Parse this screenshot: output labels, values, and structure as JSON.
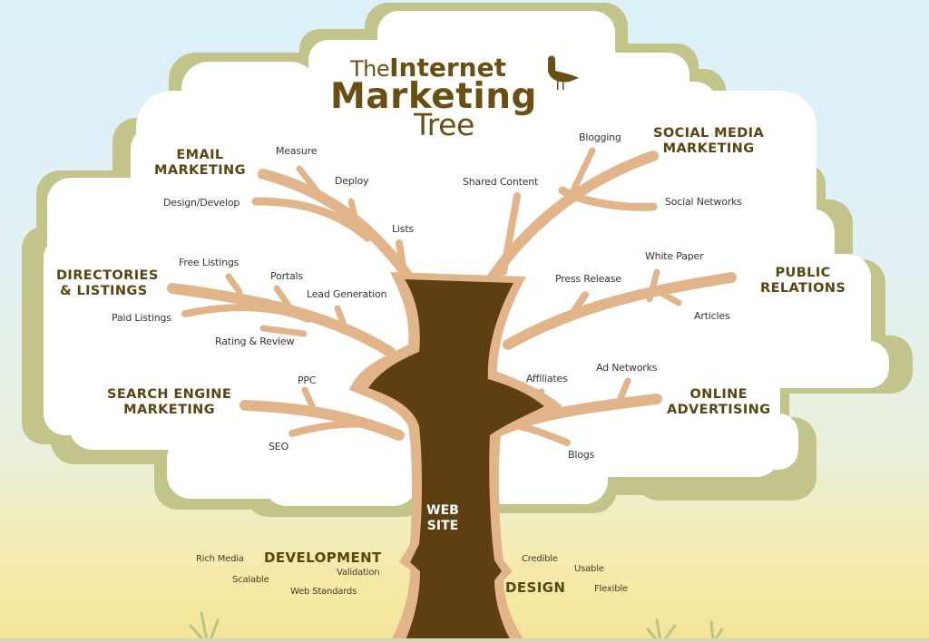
{
  "title": {
    "line1_light": "The",
    "line1_bold": "Internet",
    "line2": "Marketing",
    "line3": "Tree",
    "logo_icon": "bird-icon"
  },
  "trunk": {
    "line1": "WEB",
    "line2": "SITE"
  },
  "colors": {
    "title_brown": "#6b4f12",
    "category_brown": "#5a4512",
    "trunk_brown": "#5e3f12",
    "branch_tan": "#e2b48a",
    "cloud_outline_olive": "#c3c48a",
    "cloud_fill": "#ffffff",
    "sky_blue": "#dcf0fa",
    "ground_yellow": "#f3e497",
    "label_gray": "#3c3434"
  },
  "branches": [
    {
      "category": [
        "EMAIL",
        "MARKETING"
      ],
      "items": [
        "Measure",
        "Deploy",
        "Design/Develop",
        "Lists"
      ]
    },
    {
      "category": [
        "SOCIAL MEDIA",
        "MARKETING"
      ],
      "items": [
        "Blogging",
        "Shared Content",
        "Social Networks"
      ]
    },
    {
      "category": [
        "DIRECTORIES",
        "& LISTINGS"
      ],
      "items": [
        "Free Listings",
        "Portals",
        "Lead Generation",
        "Paid Listings",
        "Rating & Review"
      ]
    },
    {
      "category": [
        "PUBLIC",
        "RELATIONS"
      ],
      "items": [
        "White Paper",
        "Press Release",
        "Articles"
      ]
    },
    {
      "category": [
        "SEARCH ENGINE",
        "MARKETING"
      ],
      "items": [
        "PPC",
        "SEO"
      ]
    },
    {
      "category": [
        "ONLINE",
        "ADVERTISING"
      ],
      "items": [
        "Ad Networks",
        "Affiliates",
        "Blogs"
      ]
    }
  ],
  "roots": {
    "development": {
      "label": "DEVELOPMENT",
      "items": [
        "Rich Media",
        "Validation",
        "Scalable",
        "Web Standards"
      ]
    },
    "design": {
      "label": "DESIGN",
      "items": [
        "Credible",
        "Usable",
        "Flexible"
      ]
    }
  }
}
